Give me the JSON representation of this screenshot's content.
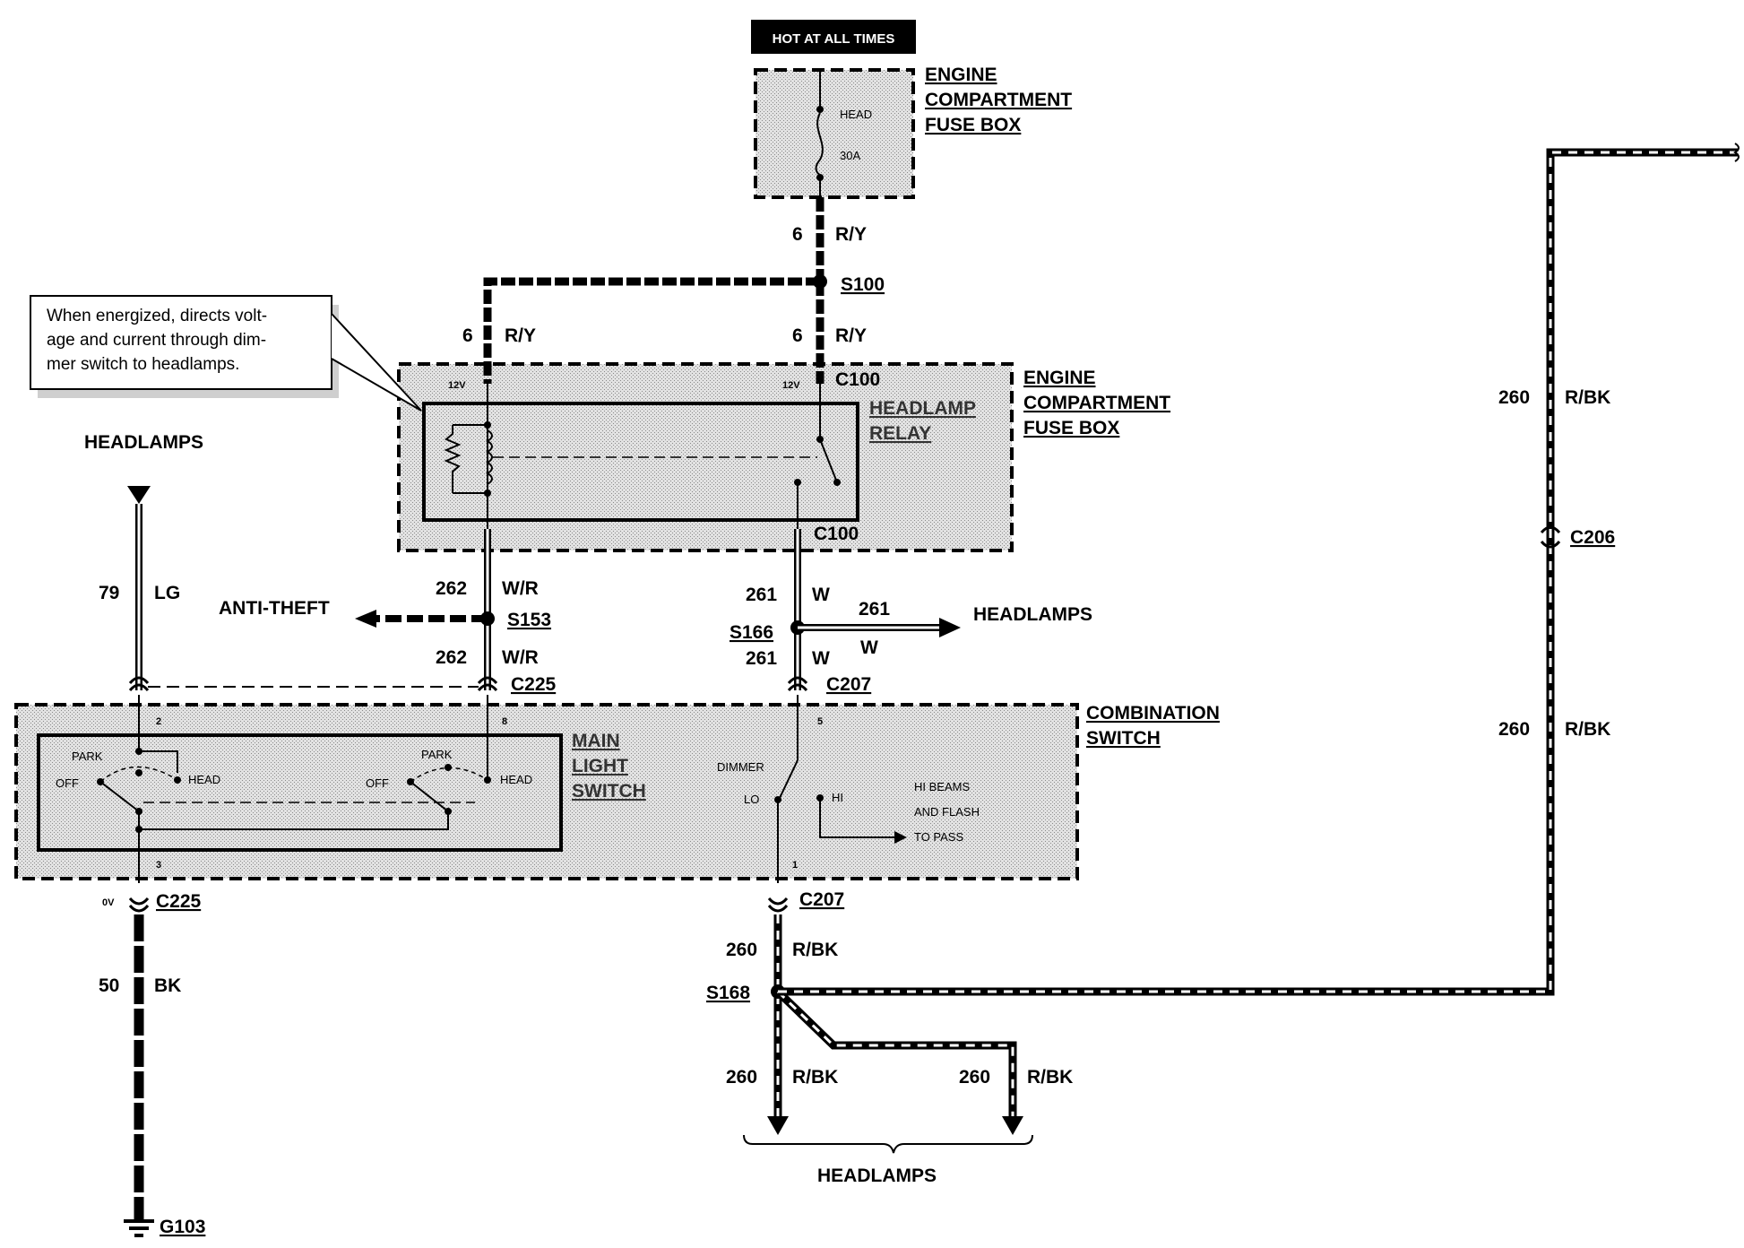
{
  "hot_label": "HOT AT ALL TIMES",
  "top_fusebox": {
    "line1": "ENGINE",
    "line2": "COMPARTMENT",
    "line3": "FUSE BOX",
    "fuse_name": "HEAD",
    "fuse_amp": "30A"
  },
  "relay_fusebox": {
    "line1": "ENGINE",
    "line2": "COMPARTMENT",
    "line3": "FUSE BOX"
  },
  "relay": {
    "line1": "HEADLAMP",
    "line2": "RELAY",
    "v12_left": "12V",
    "v12_right": "12V"
  },
  "callout": {
    "line1": "When energized, directs volt-",
    "line2": "age and current through dim-",
    "line3": "mer switch to headlamps."
  },
  "connectors": {
    "c100_top": "C100",
    "c100_bottom": "C100",
    "c225_top": "C225",
    "c225_bottom": "C225",
    "c207_top": "C207",
    "c207_bottom": "C207",
    "c206": "C206",
    "g103": "G103"
  },
  "splices": {
    "s100": "S100",
    "s153": "S153",
    "s166": "S166",
    "s168": "S168"
  },
  "wires": {
    "w6": "6",
    "ry": "R/Y",
    "w262": "262",
    "wr": "W/R",
    "w261": "261",
    "w": "W",
    "w260": "260",
    "rbk": "R/BK",
    "w79": "79",
    "lg": "LG",
    "w50": "50",
    "bk": "BK",
    "zero_v": "0V"
  },
  "destinations": {
    "headlamps_top": "HEADLAMPS",
    "anti_theft": "ANTI-THEFT",
    "headlamps_right": "HEADLAMPS",
    "headlamps_bottom": "HEADLAMPS"
  },
  "main_light_switch": {
    "line1": "MAIN",
    "line2": "LIGHT",
    "line3": "SWITCH",
    "park": "PARK",
    "off": "OFF",
    "head": "HEAD",
    "pin2": "2",
    "pin3": "3",
    "pin8": "8"
  },
  "combination_switch": {
    "line1": "COMBINATION",
    "line2": "SWITCH",
    "dimmer": "DIMMER",
    "lo": "LO",
    "hi": "HI",
    "hi_note1": "HI BEAMS",
    "hi_note2": "AND FLASH",
    "hi_note3": "TO PASS",
    "pin5": "5",
    "pin1": "1"
  }
}
